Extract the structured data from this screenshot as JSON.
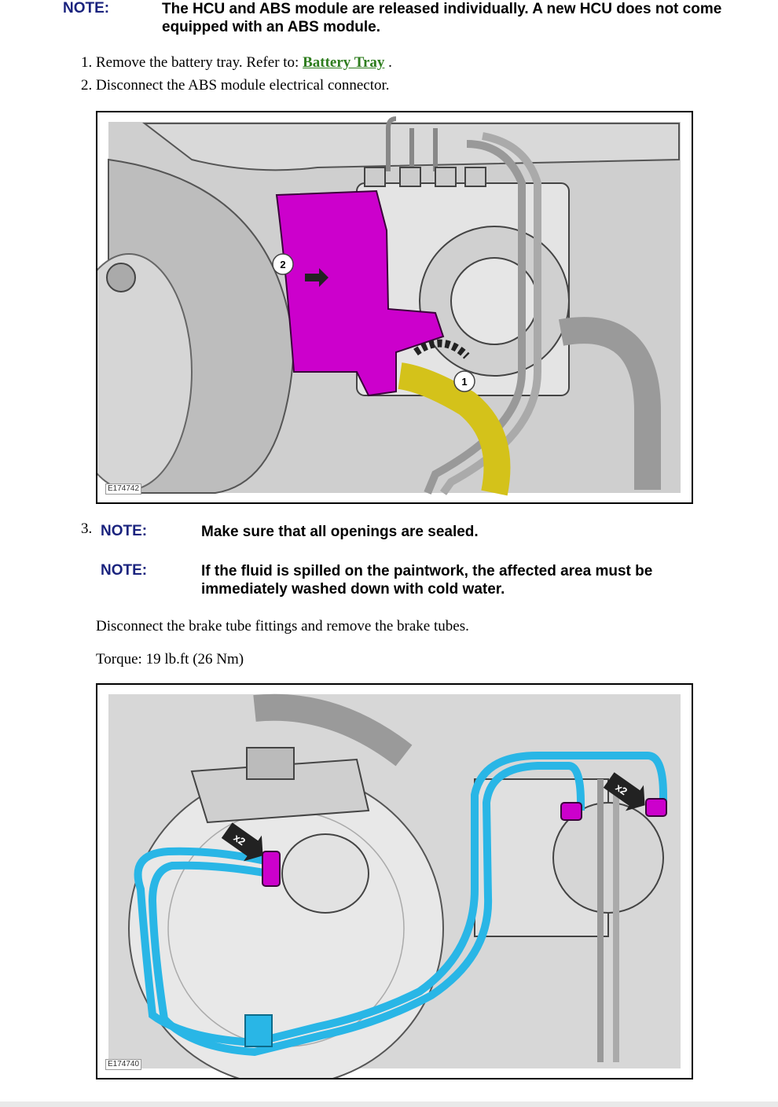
{
  "top_note": {
    "label": "NOTE:",
    "text": "The HCU and ABS module are released individually. A new HCU does not come equipped with an ABS module."
  },
  "steps": [
    {
      "num": "1.",
      "text": "Remove the battery tray. Refer to: ",
      "link": "Battery Tray",
      "suffix": " ."
    },
    {
      "num": "2.",
      "text": "Disconnect the ABS module electrical connector."
    }
  ],
  "figure1": {
    "id": "E174742",
    "callouts": [
      "1",
      "2"
    ]
  },
  "step3": {
    "num": "3.",
    "notes": [
      {
        "label": "NOTE:",
        "text": "Make sure that all openings are sealed."
      },
      {
        "label": "NOTE:",
        "text": "If the fluid is spilled on the paintwork, the affected area must be immediately washed down with cold water."
      }
    ],
    "instruction": "Disconnect the brake tube fittings and remove the brake tubes.",
    "torque": "Torque: 19 lb.ft (26 Nm)"
  },
  "figure2": {
    "id": "E174740",
    "qty_labels": [
      "x2",
      "x2"
    ]
  },
  "colors": {
    "note_label": "#1a237e",
    "link": "#2e7d1e",
    "connector": "#cc00cc",
    "hose": "#d4c21a",
    "brake_tube": "#29b6e6"
  }
}
